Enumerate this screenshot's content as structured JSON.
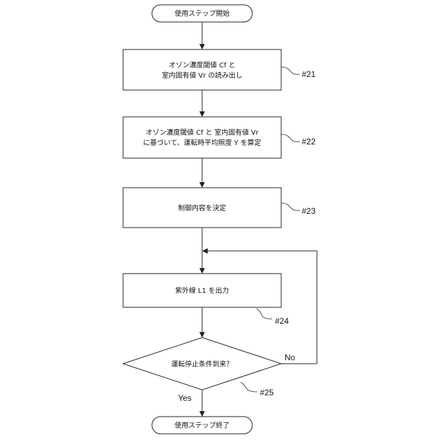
{
  "nodes": {
    "start": "使用ステップ開始",
    "step21": [
      "オゾン濃度閾値 Cf と",
      "室内固有値 Vr の読み出し"
    ],
    "step22": [
      "オゾン濃度閾値 Cf と 室内固有値 Vr",
      "に基づいて、運転時平均照度 Y を算定"
    ],
    "step23": "制御内容を決定",
    "step24": "紫外線 L1 を出力",
    "decision25": "運転停止条件到来？",
    "end": "使用ステップ終了"
  },
  "refs": {
    "r21": "#21",
    "r22": "#22",
    "r23": "#23",
    "r24": "#24",
    "r25": "#25"
  },
  "branches": {
    "yes": "Yes",
    "no": "No"
  }
}
